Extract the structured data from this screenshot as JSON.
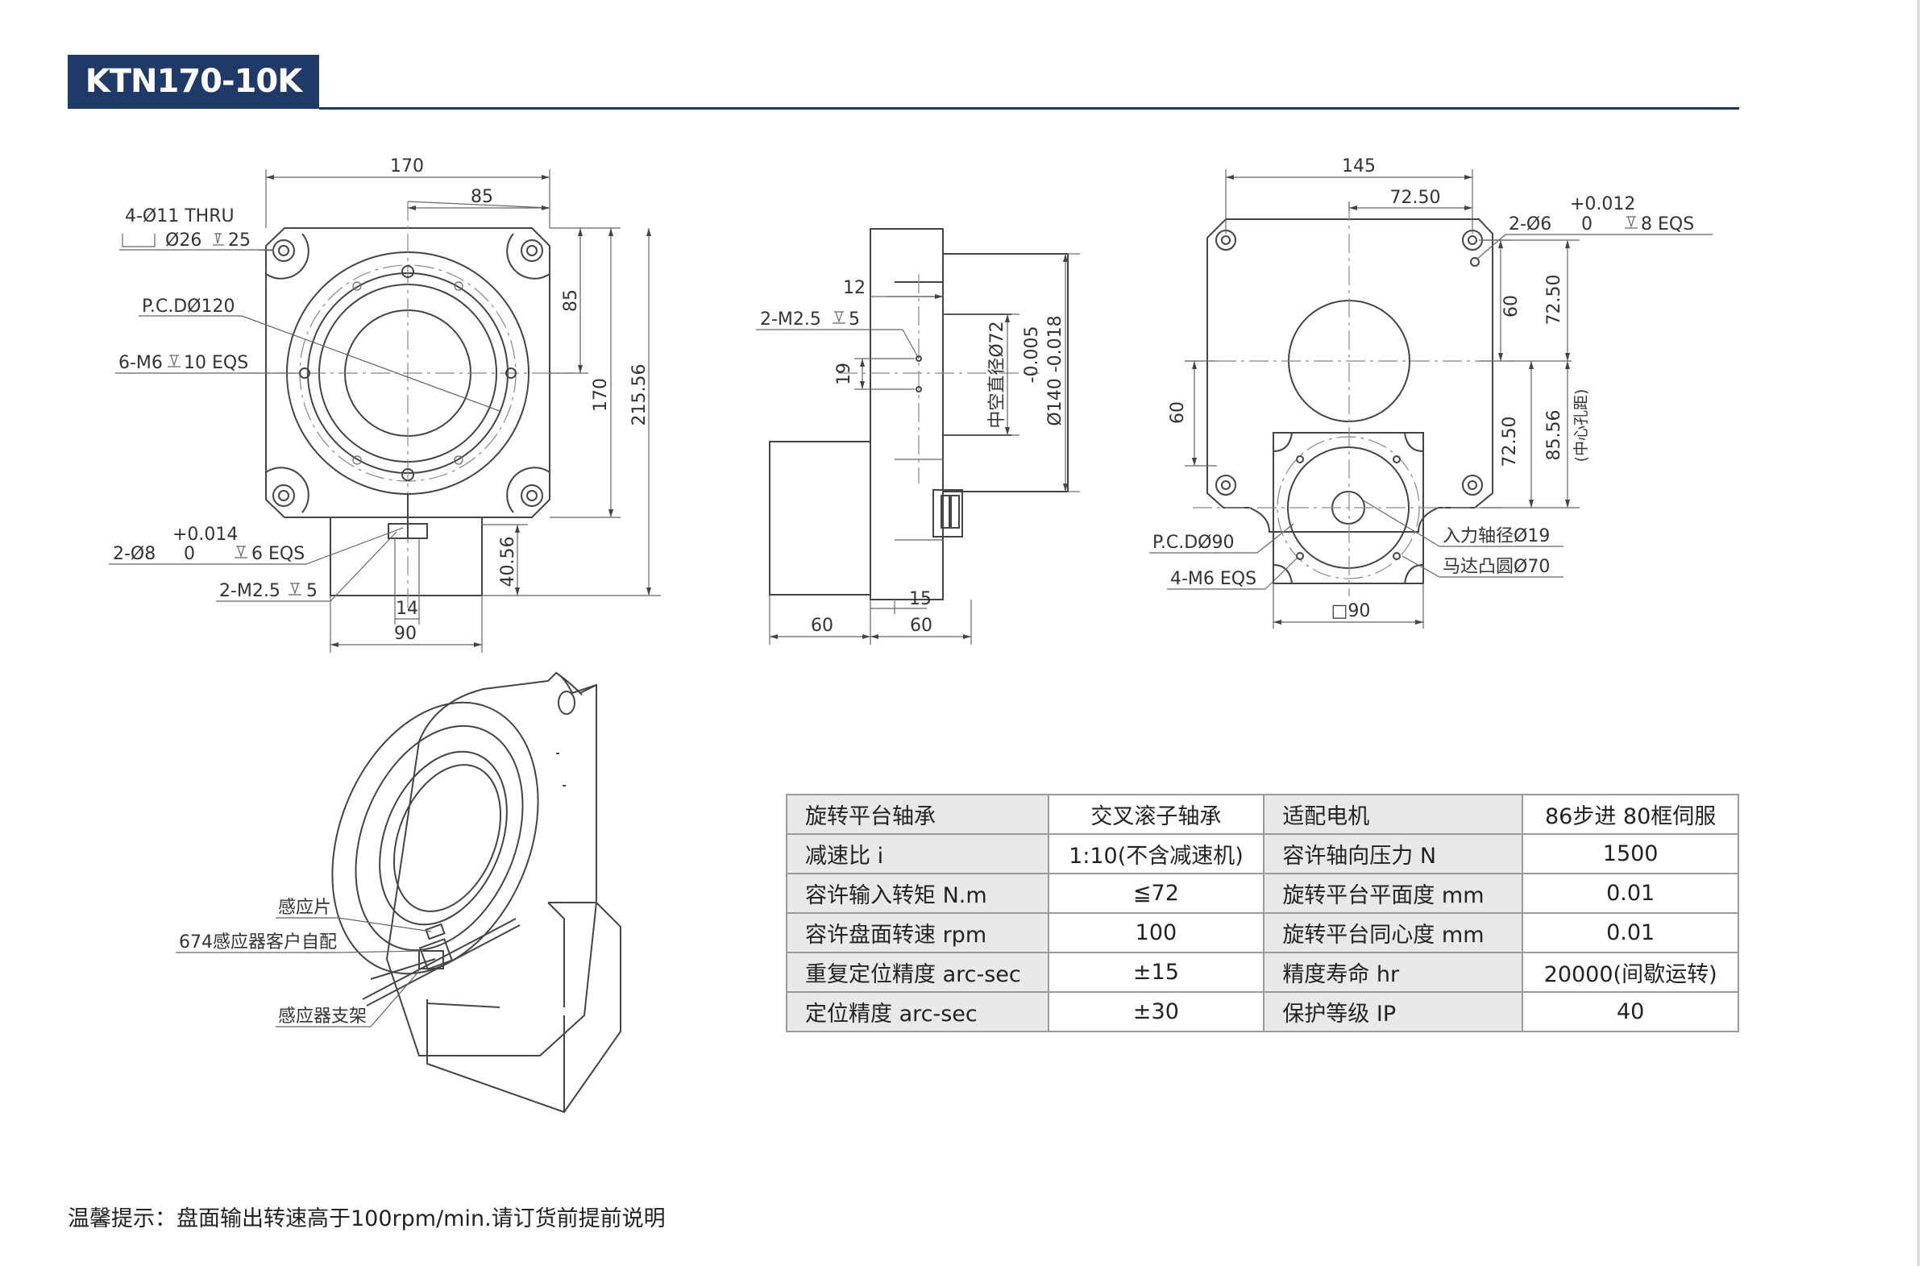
{
  "header": {
    "model": "KTN170-10K"
  },
  "front_view": {
    "dims": {
      "w170": "170",
      "w85": "85",
      "h85": "85",
      "h170": "170",
      "h215": "215.56",
      "h40": "40.56",
      "w14": "14",
      "w90": "90"
    },
    "callouts": {
      "thru_holes": "4-Ø11 THRU",
      "counterbore": "Ø26",
      "counterbore_depth": "25",
      "pcd": "P.C.DØ120",
      "tapped": "6-M6",
      "tapped_depth": "10 EQS",
      "pin_tol_upper": "+0.014",
      "pin_tol_lower": "0",
      "pin_holes": "2-Ø8",
      "pin_depth": "6 EQS",
      "m25": "2-M2.5",
      "m25_depth": "5"
    }
  },
  "side_view": {
    "dims": {
      "d12": "12",
      "d19": "19",
      "d15": "15",
      "w60a": "60",
      "w60b": "60"
    },
    "callouts": {
      "m25": "2-M2.5",
      "m25_depth": "5",
      "hollow": "中空直径Ø72",
      "outer_tol_upper": "-0.005",
      "outer": "Ø140 -0.018"
    }
  },
  "rear_view": {
    "dims": {
      "w145": "145",
      "w72": "72.50",
      "h60a": "60",
      "h72a": "72.50",
      "h60b": "60",
      "h72b": "72.50",
      "h85": "85.56",
      "sq90": "□90"
    },
    "callouts": {
      "center_dist": "(中心孔距)",
      "tol_upper": "+0.012",
      "tol_lower": "0",
      "pin_holes": "2-Ø6",
      "pin_depth": "8 EQS",
      "pcd": "P.C.DØ90",
      "tapped": "4-M6 EQS",
      "input_shaft": "入力轴径Ø19",
      "motor_boss": "马达凸圆Ø70"
    }
  },
  "iso_view": {
    "labels": {
      "sensor_plate": "感应片",
      "sensor": "674感应器客户自配",
      "bracket": "感应器支架"
    }
  },
  "spec_table": {
    "rows": [
      [
        "旋转平台轴承",
        "交叉滚子轴承",
        "适配电机",
        "86步进 80框伺服"
      ],
      [
        "减速比 i",
        "1:10(不含减速机)",
        "容许轴向压力 N",
        "1500"
      ],
      [
        "容许输入转矩 N.m",
        "≦72",
        "旋转平台平面度 mm",
        "0.01"
      ],
      [
        "容许盘面转速 rpm",
        "100",
        "旋转平台同心度 mm",
        "0.01"
      ],
      [
        "重复定位精度 arc-sec",
        "±15",
        "精度寿命 hr",
        "20000(间歇运转)"
      ],
      [
        "定位精度 arc-sec",
        "±30",
        "保护等级 IP",
        "40"
      ]
    ]
  },
  "footer": {
    "note": "温馨提示：盘面输出转速高于100rpm/min.请订货前提前说明"
  }
}
